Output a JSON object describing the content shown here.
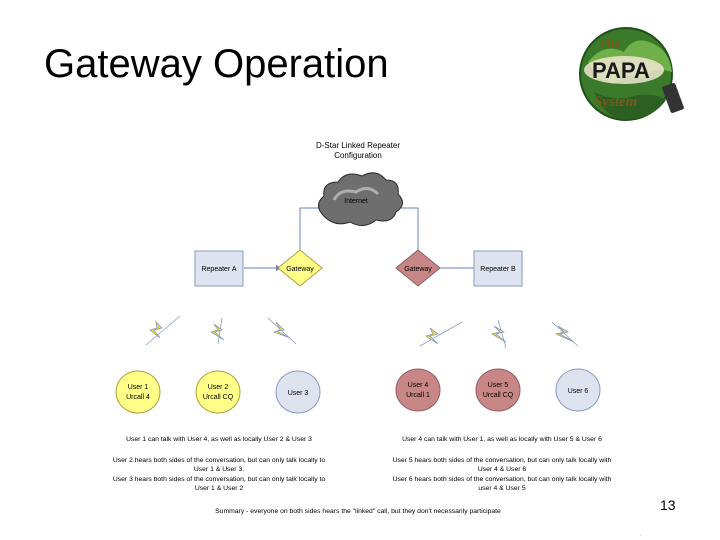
{
  "title": "Gateway Operation",
  "logo": {
    "line1": "The",
    "line2": "PAPA",
    "line3": "System"
  },
  "diagram": {
    "heading_line1": "D-Star Linked Repeater",
    "heading_line2": "Configuration",
    "cloud_label": "Internet",
    "repeater_a": "Repeater A",
    "gateway_left": "Gateway",
    "gateway_right": "Gateway",
    "repeater_b": "Repeater B",
    "users": [
      {
        "line1": "User 1",
        "line2": "Urcall 4",
        "color": "#ffff88"
      },
      {
        "line1": "User 2",
        "line2": "Urcall CQ",
        "color": "#ffff88"
      },
      {
        "line1": "User 3",
        "line2": "",
        "color": "#dde4f0"
      },
      {
        "line1": "User 4",
        "line2": "Urcall 1",
        "color": "#c98686"
      },
      {
        "line1": "User 5",
        "line2": "Urcall CQ",
        "color": "#c98686"
      },
      {
        "line1": "User 6",
        "line2": "",
        "color": "#dde4f0"
      }
    ],
    "notes_left": {
      "talk": "User 1 can talk with User 4, as well as locally User 2 & User 3",
      "hears2_a": "User 2 hears both sides of the conversation, but can only talk locally to",
      "hears2_b": "User 1 & User 3.",
      "hears3_a": "User 3 hears both sides of the conversation, but can only talk locally to",
      "hears3_b": "User 1 & User 2"
    },
    "notes_right": {
      "talk": "User 4 can talk with User 1, as well as locally with User 5 & User 6",
      "hears5_a": "User 5 hears both sides of the conversation, but can only talk locally with",
      "hears5_b": "User 4 & User 6",
      "hears6_a": "User 6 hears both sides of the conversation, but can only talk locally with",
      "hears6_b": "user 4 & User 5"
    },
    "summary": "Summary - everyone on both sides hears the \"linked\" call, but they don't necessarily participate",
    "colors": {
      "repeater_fill": "#dde4f0",
      "gateway_left_fill": "#ffff88",
      "gateway_right_fill": "#c98686",
      "lightning": "#f0e020"
    }
  },
  "page_number": "13",
  "footer_mark": "."
}
